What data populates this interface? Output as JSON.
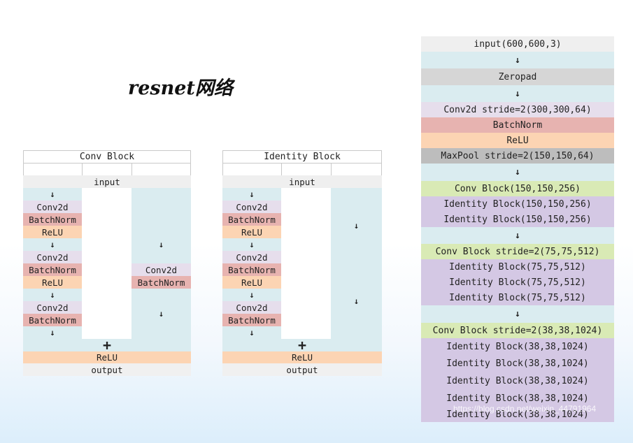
{
  "title": "resnet网络",
  "conv_block": {
    "header": "Conv Block",
    "input": "input",
    "main": [
      "↓",
      "Conv2d",
      "BatchNorm",
      "ReLU",
      "↓",
      "Conv2d",
      "BatchNorm",
      "ReLU",
      "↓",
      "Conv2d",
      "BatchNorm",
      "↓"
    ],
    "shortcut": {
      "arrow1": "↓",
      "conv": "Conv2d",
      "bn": "BatchNorm",
      "arrow2": "↓"
    },
    "plus": "+",
    "relu": "ReLU",
    "output": "output"
  },
  "identity_block": {
    "header": "Identity Block",
    "input": "input",
    "main": [
      "↓",
      "Conv2d",
      "BatchNorm",
      "ReLU",
      "↓",
      "Conv2d",
      "BatchNorm",
      "ReLU",
      "↓",
      "Conv2d",
      "BatchNorm",
      "↓"
    ],
    "shortcut": {
      "arrow1": "↓",
      "arrow2": "↓"
    },
    "plus": "+",
    "relu": "ReLU",
    "output": "output"
  },
  "resnet_flow": [
    "input(600,600,3)",
    "↓",
    "Zeropad",
    "↓",
    "Conv2d stride=2(300,300,64)",
    "BatchNorm",
    "ReLU",
    "MaxPool stride=2(150,150,64)",
    "↓",
    "Conv Block(150,150,256)",
    "Identity Block(150,150,256)",
    "Identity Block(150,150,256)",
    "↓",
    "Conv Block stride=2(75,75,512)",
    "Identity Block(75,75,512)",
    "Identity Block(75,75,512)",
    "Identity Block(75,75,512)",
    "↓",
    "Conv Block stride=2(38,38,1024)",
    "Identity Block(38,38,1024)",
    "Identity Block(38,38,1024)",
    "Identity Block(38,38,1024)",
    "Identity Block(38,38,1024)",
    "Identity Block(38,38,1024)"
  ],
  "watermark": "https://blog.csdn.net/weixin_44791964"
}
